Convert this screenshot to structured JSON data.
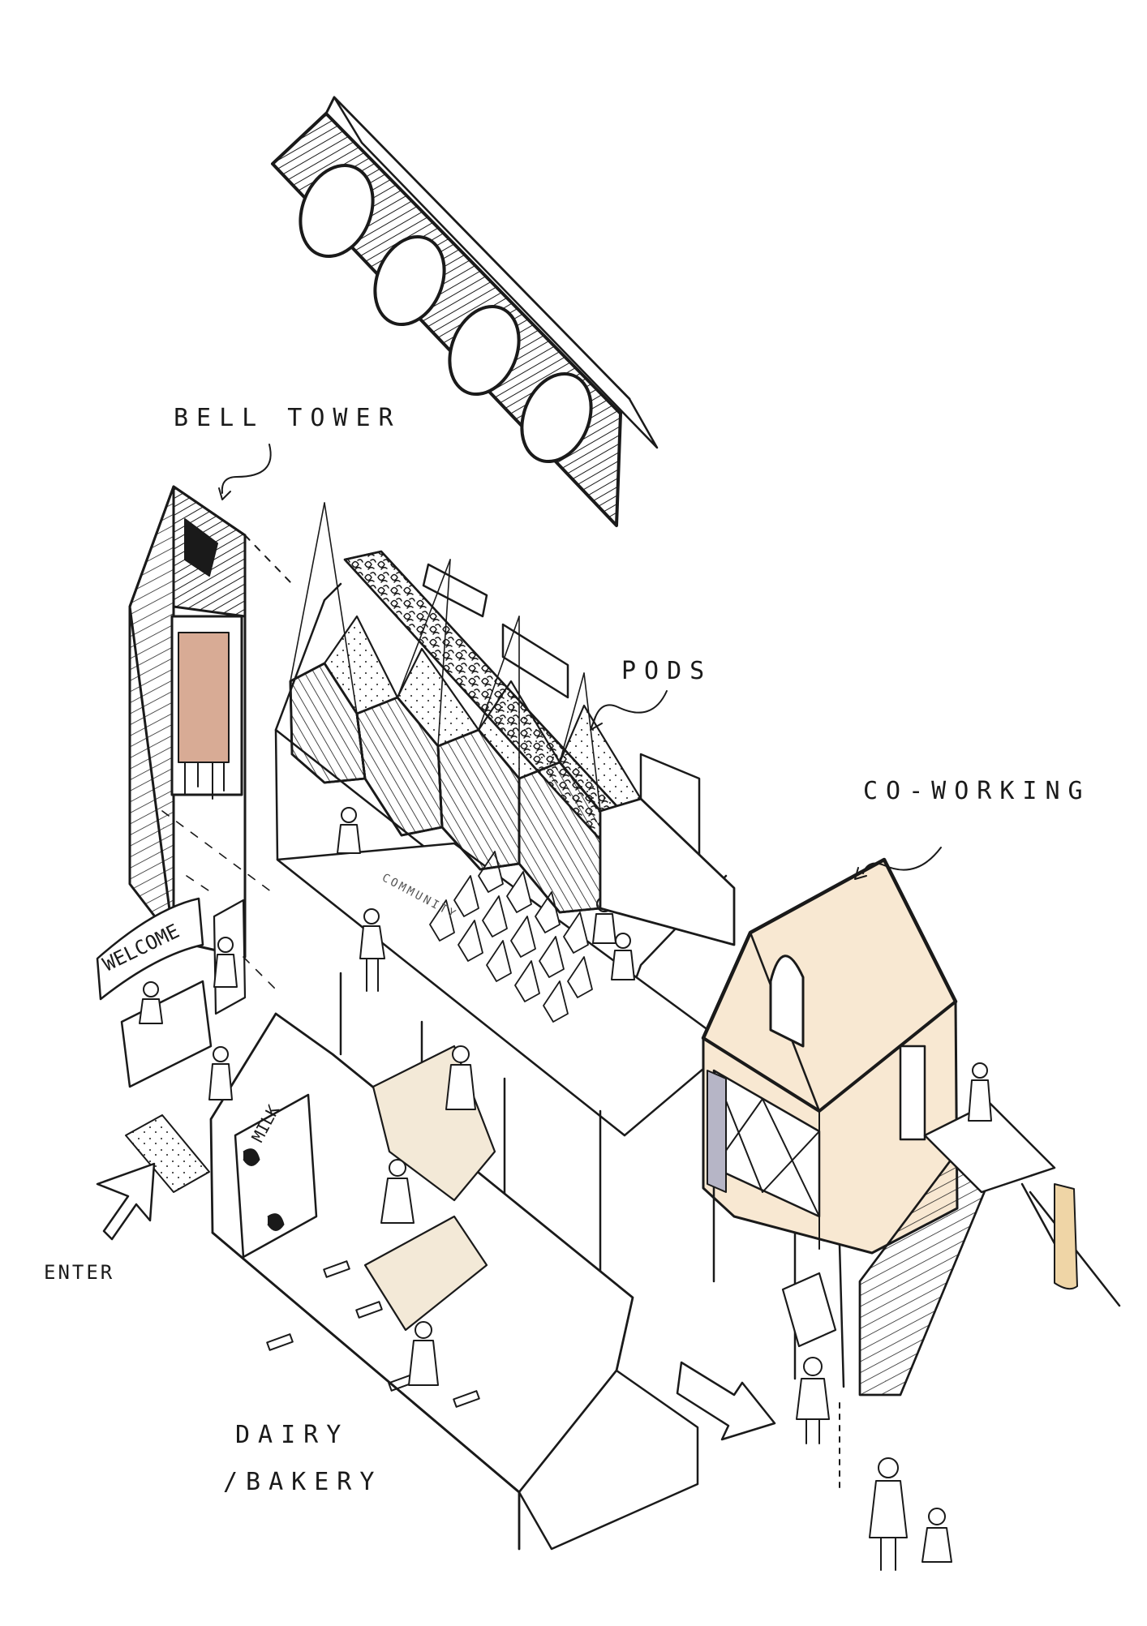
{
  "labels": {
    "bell_tower": "BELL TOWER",
    "pods": "PODS",
    "co_working": "CO-WORKING",
    "enter": "ENTER",
    "dairy": "DAIRY",
    "bakery": "/BAKERY",
    "welcome": "WELCOME",
    "community": "COMMUNITY",
    "milk": "MILK"
  },
  "colors": {
    "ink": "#1a1a1a",
    "coworking_fill": "#f8e8d2",
    "pod_fill": "#f3e9d7",
    "bell_curtain": "#d8ab95",
    "blue_door": "#b6b5c6",
    "banner_yellow": "#efd5a6"
  }
}
